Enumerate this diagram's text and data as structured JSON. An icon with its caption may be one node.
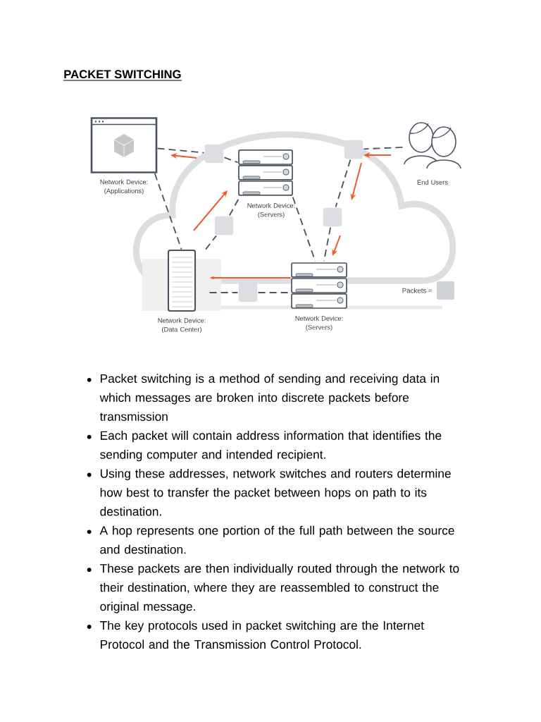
{
  "diagram": {
    "title": "PACKET SWITCHING",
    "nodes": [
      {
        "text": [
          "Network Device: (Applications)"
        ]
      },
      {
        "text": [],
        "shape": "box"
      },
      {
        "text": [
          "Network Device: (Servers)"
        ]
      },
      {
        "text": [],
        "shape": "box"
      },
      {
        "text": [
          "End Users"
        ]
      },
      {
        "text": [],
        "shape": "box"
      },
      {
        "text": [],
        "shape": "box"
      },
      {
        "text": [
          "Network Device: (Data Center)"
        ]
      },
      {
        "text": [],
        "shape": "box"
      },
      {
        "text": [
          "Network Device: (Servers)"
        ]
      }
    ],
    "edges": [
      {
        "from": 0,
        "to": 1,
        "arrow": "none",
        "style": "dashed"
      },
      {
        "from": 1,
        "to": 2,
        "arrow": "none",
        "style": "dashed"
      },
      {
        "from": 4,
        "to": 3,
        "arrow": "none",
        "style": "dashed"
      },
      {
        "from": 0,
        "to": 7,
        "arrow": "none",
        "style": "dashed"
      },
      {
        "from": 7,
        "to": 5,
        "arrow": "none",
        "style": "dashed"
      },
      {
        "from": 5,
        "to": 2,
        "arrow": "none",
        "style": "dashed"
      },
      {
        "from": 2,
        "to": 9,
        "arrow": "none",
        "style": "dashed"
      },
      {
        "from": 3,
        "to": 6,
        "arrow": "none",
        "style": "dashed"
      },
      {
        "from": 6,
        "to": 9,
        "arrow": "none",
        "style": "dashed"
      },
      {
        "from": 7,
        "to": 8,
        "arrow": "none",
        "style": "dashed"
      },
      {
        "from": 8,
        "to": 9,
        "arrow": "none",
        "style": "dashed"
      },
      {
        "from": 9,
        "to": 7,
        "arrow": "to",
        "color": "#f05a28"
      }
    ],
    "labels": [
      "Packet switching is a method of sending and receiving data in which messages are broken into discrete packets before transmission",
      "Each packet will contain address information that identifies the sending computer and intended recipient.",
      "Using these addresses, network switches and routers determine how best to transfer the packet between hops on path to its destination.",
      "A hop represents one portion of the full path between the source and destination.",
      "These packets are then individually routed through the network to their destination, where they are reassembled to construct the original message.",
      "The key protocols used in packet switching are the Internet Protocol and the Transmission Control Protocol."
    ],
    "legend": [
      {
        "text": "Packets =",
        "color": "#cfd2d6"
      }
    ]
  }
}
